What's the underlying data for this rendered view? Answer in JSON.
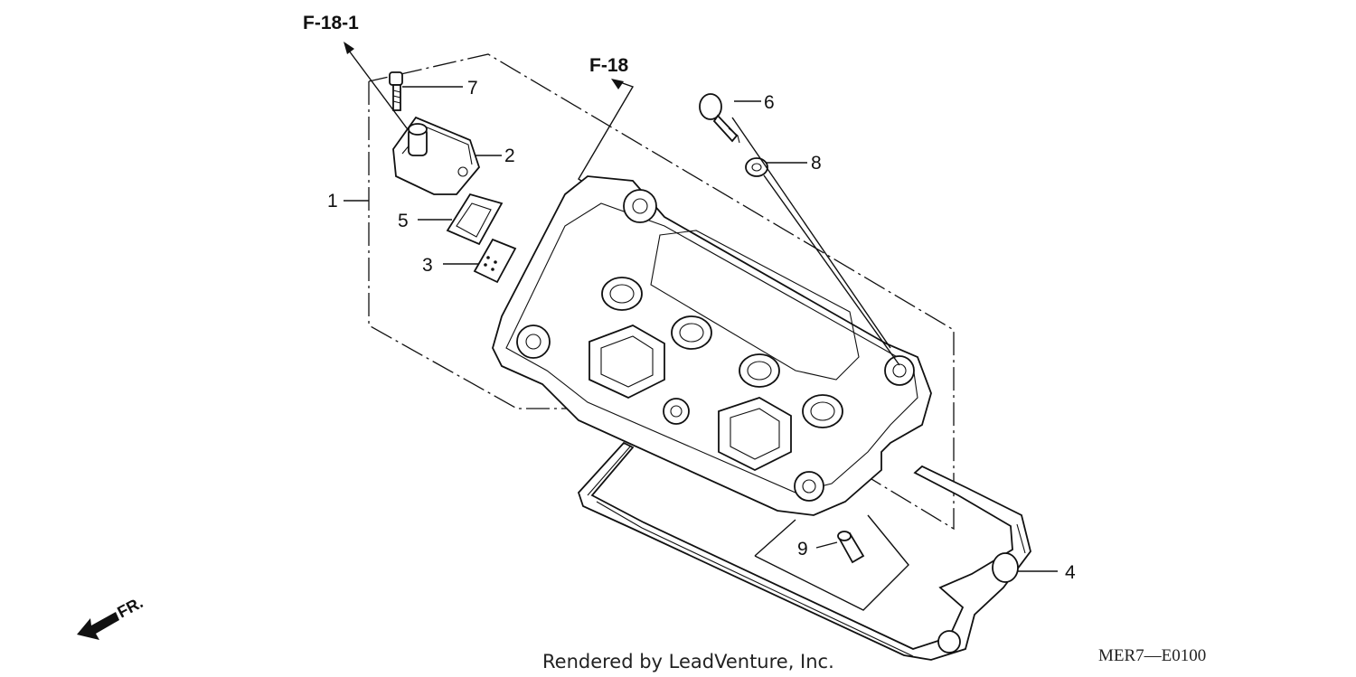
{
  "references": {
    "f18_1": "F-18-1",
    "f18": "F-18"
  },
  "callouts": [
    "1",
    "2",
    "3",
    "4",
    "5",
    "6",
    "7",
    "8",
    "9"
  ],
  "front_indicator": "FR.",
  "credit": "Rendered by LeadVenture, Inc.",
  "diagram_code": "MER7—E0100",
  "colors": {
    "ink": "#111111",
    "background": "#ffffff"
  }
}
